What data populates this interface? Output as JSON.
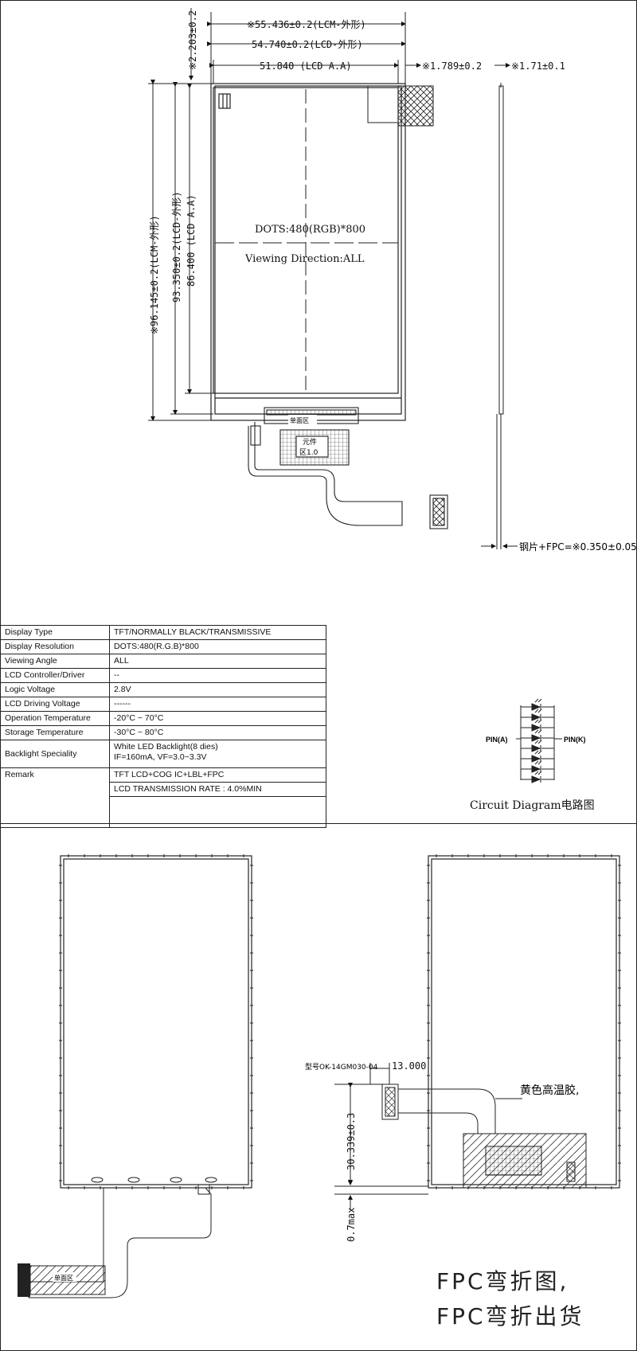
{
  "drawing_top": {
    "dims": {
      "lcm_width": "※55.436±0.2(LCM-外形)",
      "lcd_width": "54.740±0.2(LCD-外形)",
      "aa_width": "51.840 (LCD A.A)",
      "side_1789": "※1.789±0.2",
      "side_171": "※1.71±0.1",
      "top_offset": "※2.203±0.2",
      "lcm_height": "※96.145±0.2(LCM-外形)",
      "lcd_height": "93.350±0.2(LCD-外形)",
      "aa_height": "86.400 (LCD A.A)",
      "thickness": "钢片+FPC=※0.350±0.05"
    },
    "panel": {
      "dots": "DOTS:480(RGB)*800",
      "viewing": "Viewing Direction:ALL"
    },
    "fpc_labels": {
      "single_area": "单面区",
      "component": "元件",
      "zone": "区1.0"
    }
  },
  "spec_table": [
    {
      "key": "Display Type",
      "value": "TFT/NORMALLY BLACK/TRANSMISSIVE"
    },
    {
      "key": "Display Resolution",
      "value": "DOTS:480(R.G.B)*800"
    },
    {
      "key": "Viewing Angle",
      "value": "ALL"
    },
    {
      "key": "LCD Controller/Driver",
      "value": "--"
    },
    {
      "key": "Logic Voltage",
      "value": "2.8V"
    },
    {
      "key": "LCD Driving Voltage",
      "value": "------"
    },
    {
      "key": "Operation Temperature",
      "value": "-20°C ~ 70°C"
    },
    {
      "key": "Storage Temperature",
      "value": "-30°C ~ 80°C"
    }
  ],
  "backlight": {
    "key": "Backlight Speciality",
    "line1": "White LED Backlight(8 dies)",
    "line2": "IF=160mA, VF=3.0~3.3V"
  },
  "remark": {
    "key": "Remark",
    "line1": "TFT LCD+COG IC+LBL+FPC",
    "line2": "LCD TRANSMISSION RATE : 4.0%MIN"
  },
  "circuit": {
    "pin_a": "PIN(A)",
    "pin_k": "PIN(K)",
    "caption": "Circuit Diagram电路图"
  },
  "drawing_bottom": {
    "connector_label": "型号OK-14GM030-04",
    "dim_13": "13.000",
    "dim_30": "30.339±0.3",
    "dim_07": "0.7max",
    "glue_note": "黄色高温胶,",
    "fpc_single": "单面区"
  },
  "captions": {
    "line1": "FPC弯折图,",
    "line2": "FPC弯折出货"
  },
  "colors": {
    "line": "#222222",
    "background": "#ffffff"
  }
}
